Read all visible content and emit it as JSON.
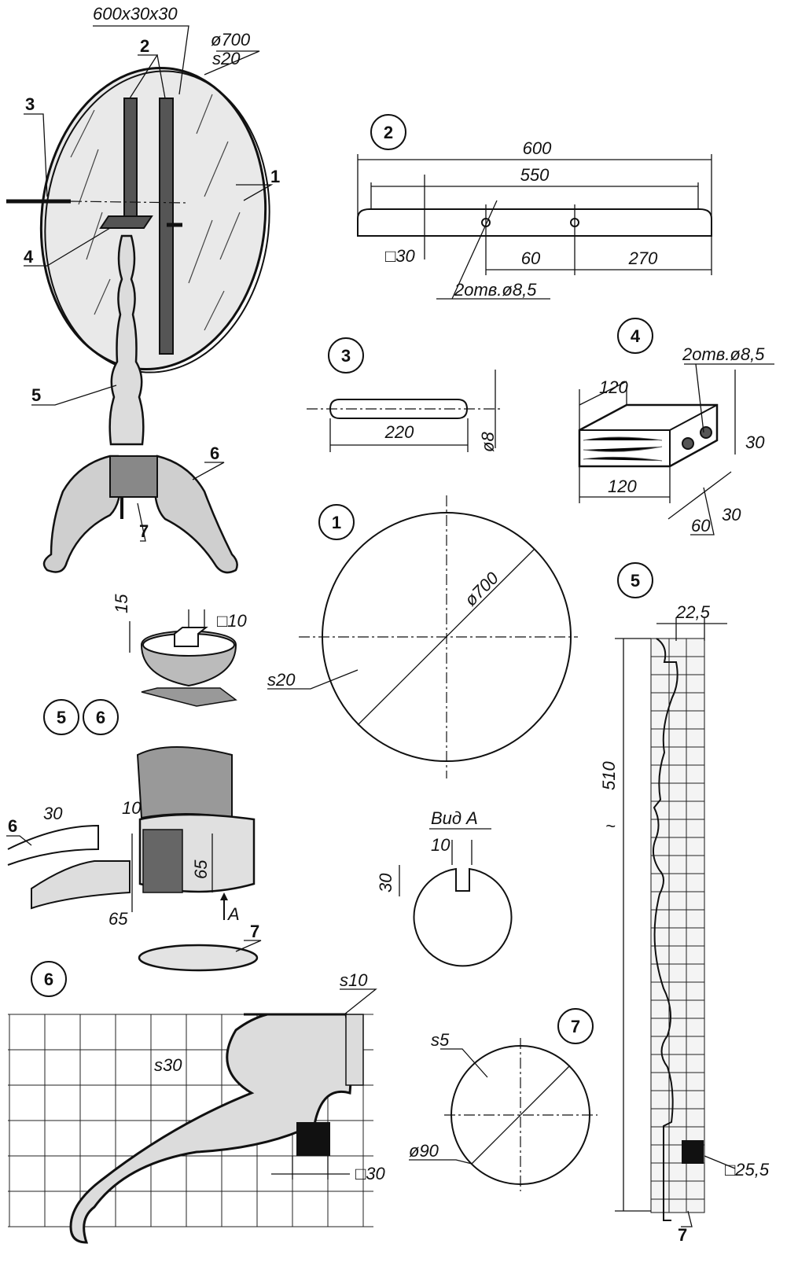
{
  "overview": {
    "part1": "1",
    "part2": "2",
    "part3": "3",
    "part4": "4",
    "part5": "5",
    "part6": "6",
    "part7": "7",
    "dim_bar": "600x30x30",
    "dim_top_d": "ø700",
    "dim_top_s": "s20"
  },
  "detail2": {
    "num": "2",
    "len_total": "600",
    "len_inner": "550",
    "dim_60": "60",
    "dim_270": "270",
    "section": "□30",
    "holes": "2отв.ø8,5"
  },
  "detail3": {
    "num": "3",
    "length": "220",
    "diam": "ø8"
  },
  "detail4": {
    "num": "4",
    "holes": "2отв.ø8,5",
    "w_top": "120",
    "w_bot": "120",
    "h": "30",
    "d60": "60",
    "d30": "30"
  },
  "detail1": {
    "num": "1",
    "diam": "ø700",
    "thick": "s20"
  },
  "detail5": {
    "num": "5",
    "width": "22,5",
    "height": "510",
    "approx": "~",
    "section": "□25,5",
    "ref7": "7"
  },
  "tenon": {
    "h": "15",
    "sq": "□10"
  },
  "joint": {
    "num_a": "5",
    "num_b": "6",
    "ref6": "6",
    "ref7": "7",
    "d30": "30",
    "d10": "10",
    "d65a": "65",
    "d65b": "65",
    "arrow": "A"
  },
  "view_a": {
    "title": "Вид А",
    "w": "10",
    "h": "30"
  },
  "detail6": {
    "num": "6",
    "thick_top": "s10",
    "thick": "s30",
    "grid": "□30"
  },
  "detail7": {
    "num": "7",
    "thick": "s5",
    "diam": "ø90"
  }
}
